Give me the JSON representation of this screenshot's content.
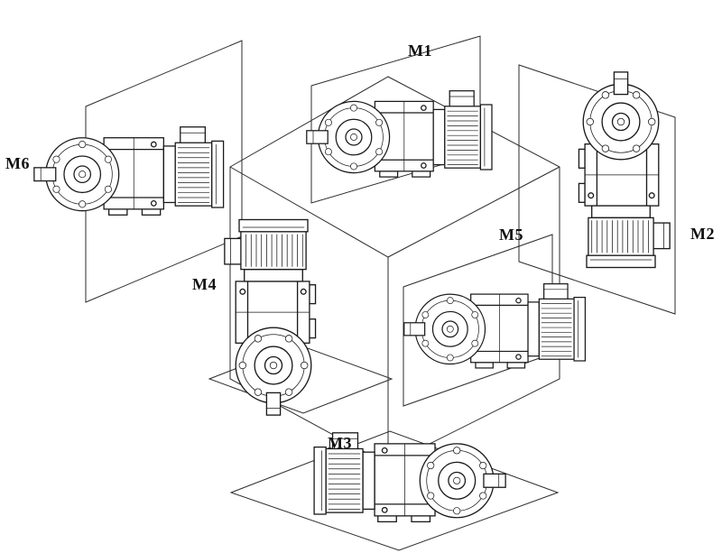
{
  "diagram": {
    "positions": [
      {
        "label": "M1"
      },
      {
        "label": "M2"
      },
      {
        "label": "M3"
      },
      {
        "label": "M4"
      },
      {
        "label": "M5"
      },
      {
        "label": "M6"
      }
    ]
  }
}
